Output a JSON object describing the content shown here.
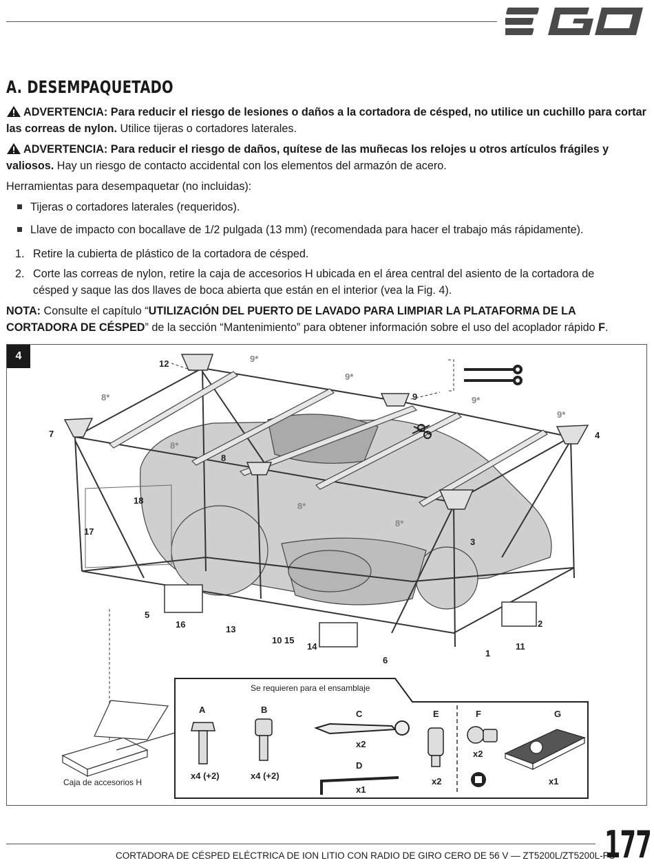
{
  "brand": "EGO",
  "section_title": "A. DESEMPAQUETADO",
  "warning1": {
    "label": "ADVERTENCIA:",
    "bold_text": " Para reducir el riesgo de lesiones o daños a la cortadora de césped, no utilice un cuchillo para cortar las correas de nylon.",
    "text": " Utilice tijeras o cortadores laterales."
  },
  "warning2": {
    "label": "ADVERTENCIA:",
    "bold_text": " Para reducir el riesgo de daños, quítese de las muñecas los relojes u otros artículos frágiles y valiosos.",
    "text": " Hay un riesgo de contacto accidental con los elementos del armazón de acero."
  },
  "tools_intro": "Herramientas para desempaquetar (no incluidas):",
  "tools": [
    "Tijeras o cortadores laterales (requeridos).",
    "Llave de impacto con bocallave de 1/2 pulgada (13 mm) (recomendada para hacer el trabajo más rápidamente)."
  ],
  "steps": [
    {
      "num": "1.",
      "text": "Retire la cubierta de plástico de la cortadora de césped."
    },
    {
      "num": "2.",
      "line1": "Corte las correas de nylon, retire la caja de accesorios H ubicada en el área central del asiento de la cortadora de",
      "line2": "césped y saque las dos llaves de boca abierta que están en el interior (vea la Fig. 4)."
    }
  ],
  "note": {
    "label": "NOTA:",
    "pre": " Consulte el capítulo “",
    "bold": "UTILIZACIÓN DEL PUERTO DE LAVADO PARA LIMPIAR LA PLATAFORMA DE LA CORTADORA DE CÉSPED",
    "post": "” de la sección “Mantenimiento” para obtener información sobre el uso del acoplador rápido ",
    "ref": "F",
    "end": "."
  },
  "figure": {
    "number": "4",
    "callouts": [
      "12",
      "9*",
      "9*",
      "9",
      "9*",
      "9*",
      "8*",
      "7",
      "4",
      "8*",
      "8",
      "18",
      "8*",
      "8*",
      "17",
      "3",
      "5",
      "16",
      "13",
      "10",
      "15",
      "14",
      "6",
      "1",
      "11",
      "2"
    ],
    "parts_title": "Se requieren para el ensamblaje",
    "accessory_box": "Caja de accesorios H",
    "parts": [
      {
        "letter": "A",
        "qty": "x4 (+2)"
      },
      {
        "letter": "B",
        "qty": "x4 (+2)"
      },
      {
        "letter": "C",
        "qty": "x2"
      },
      {
        "letter": "D",
        "qty": "x1"
      },
      {
        "letter": "E",
        "qty": "x2"
      },
      {
        "letter": "F",
        "qty": "x2"
      },
      {
        "letter": "G",
        "qty": "x1"
      }
    ]
  },
  "footer": "CORTADORA DE CÉSPED ELÉCTRICA DE ION LITIO CON RADIO DE GIRO CERO DE 56 V — ZT5200L/ZT5200L-FC",
  "page_number": "177"
}
